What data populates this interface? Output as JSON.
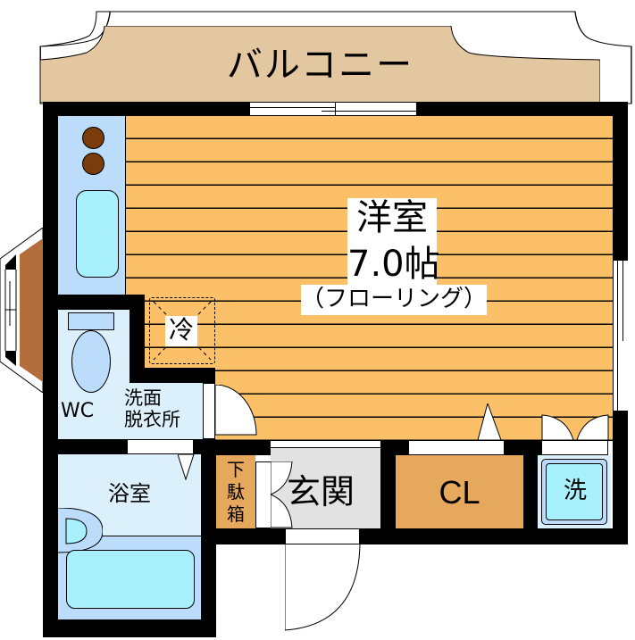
{
  "floorplan": {
    "colors": {
      "wall": "#000000",
      "flooring": "#fcc068",
      "balcony": "#e3c7a0",
      "kitchen": "#bcdcfc",
      "wet_area": "#dcf0fc",
      "bath": "#bcdcfc",
      "fixture": "#a8f0fc",
      "storage": "#e6a85c",
      "entrance": "#e2e2e2",
      "bay_window": "#b46e3c",
      "stove": "#7a3c0c"
    },
    "rooms": {
      "balcony": {
        "label": "バルコニー"
      },
      "western_room": {
        "label": "洋室",
        "size": "7.0帖",
        "flooring": "（フローリング）"
      },
      "refrigerator": {
        "label": "冷"
      },
      "toilet": {
        "label": "WC"
      },
      "washroom": {
        "label_line1": "洗面",
        "label_line2": "脱衣所"
      },
      "bathroom": {
        "label": "浴室"
      },
      "shoe_box": {
        "label_chars": [
          "下",
          "駄",
          "箱"
        ]
      },
      "entrance": {
        "label": "玄関"
      },
      "closet": {
        "label": "CL"
      },
      "washer": {
        "label": "洗"
      }
    }
  }
}
